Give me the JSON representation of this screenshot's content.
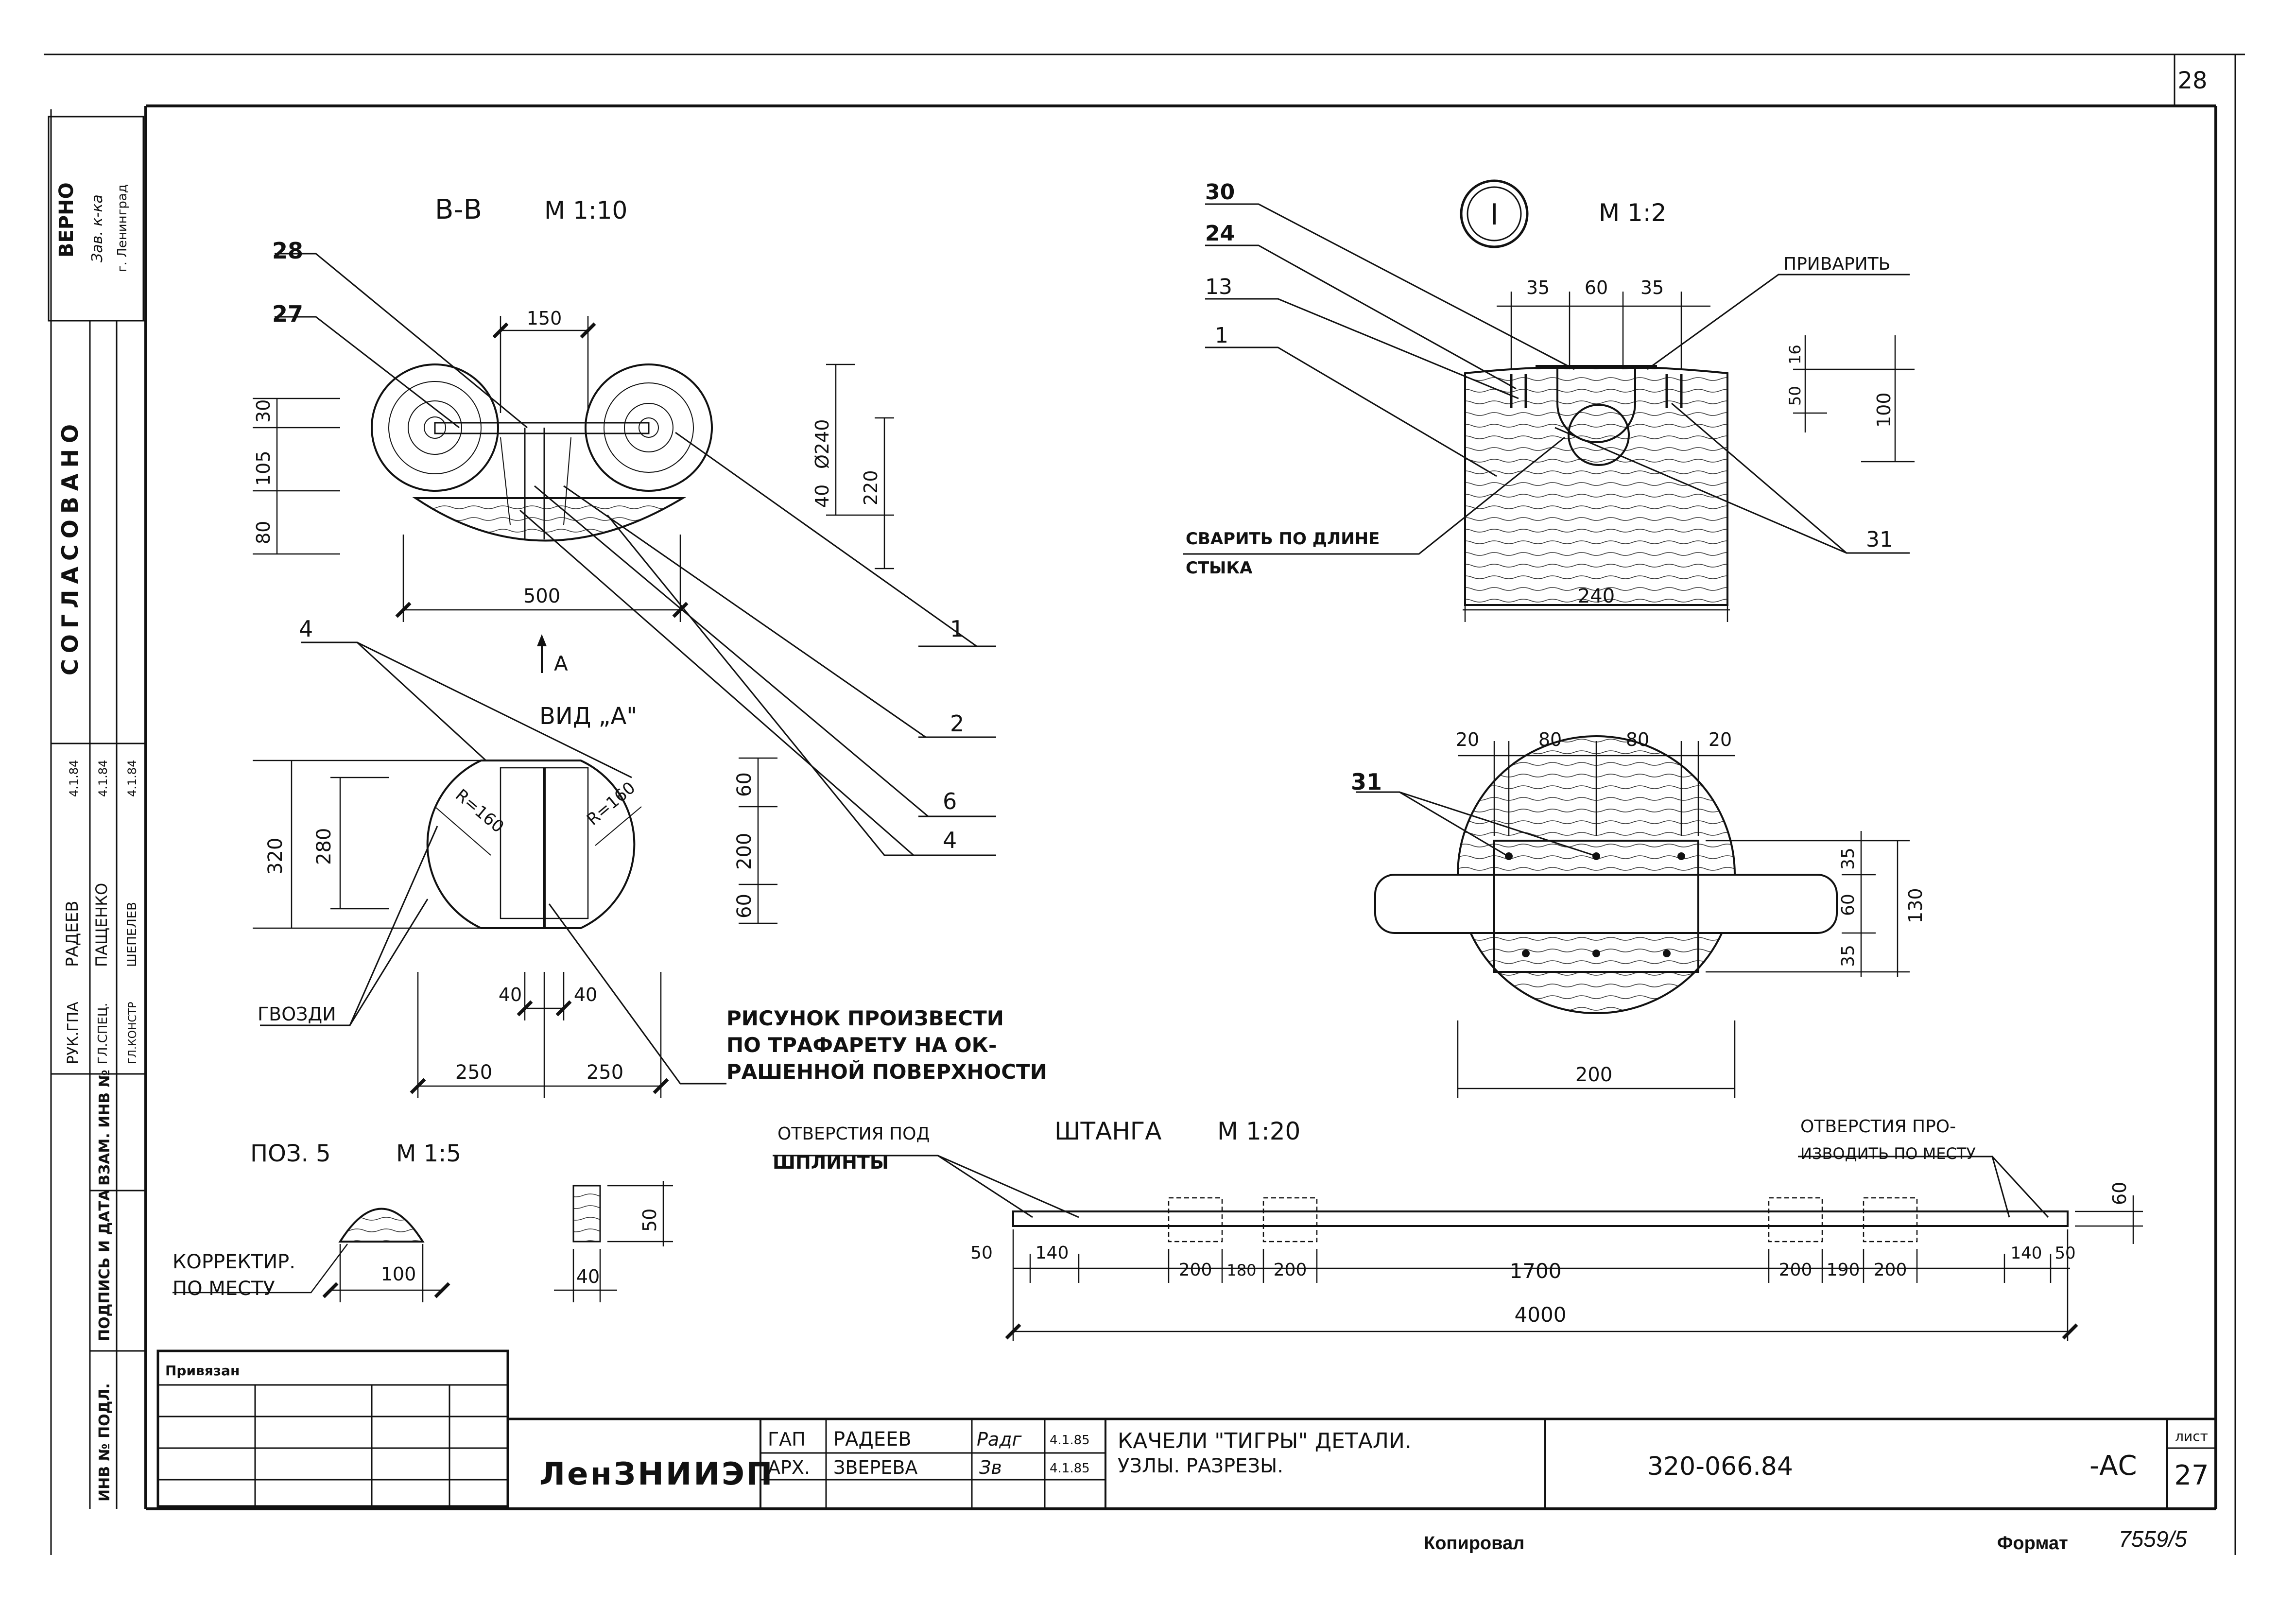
{
  "sheet": {
    "page_number": "28",
    "sheet_number": "27",
    "sheet_label": "лист",
    "doc_code": "320-066.84",
    "doc_suffix": "-АС",
    "org": "ЛенЗНИИЭП",
    "title_line1": "КАЧЕЛИ \"ТИГРЫ\" ДЕТАЛИ.",
    "title_line2": "УЗЛЫ. РАЗРЕЗЫ.",
    "bound_label": "Привязан",
    "copied_label": "Копировал",
    "format_label": "Формат",
    "format_value": "7559/5"
  },
  "stamp_rows": [
    {
      "role": "ГАП",
      "name": "РАДЕЕВ",
      "sign": "Радг",
      "date": "4.1.85"
    },
    {
      "role": "АРХ.",
      "name": "ЗВЕРЕВА",
      "sign": "Зв",
      "date": "4.1.85"
    }
  ],
  "left_margin": {
    "verno": "ВЕРНО",
    "verno_line2": "Зав. к-ка",
    "verno_line3": "г. Ленинград",
    "agreed": "СОГЛАСОВАНО",
    "approvals": [
      {
        "role": "РУК.ГПА",
        "name": "РАДЕЕВ",
        "date": "4.1.84"
      },
      {
        "role": "ГЛ.СПЕЦ.",
        "name": "ПАЩЕНКО",
        "date": "4.1.84"
      },
      {
        "role": "ГЛ.КОНСТР",
        "name": "ШЕПЕЛЕВ",
        "date": "4.1.84"
      }
    ],
    "inv_replace": "ВЗАМ. ИНВ №",
    "sign_date": "ПОДПИСЬ И ДАТА",
    "inv_orig": "ИНВ № ПОДЛ."
  },
  "section_bb": {
    "title": "В-В",
    "scale": "М 1:10",
    "dims": {
      "d150": "150",
      "d30": "30",
      "d105": "105",
      "d80": "80",
      "d40": "40",
      "d240": "Ø240",
      "d220": "220",
      "d500": "500"
    },
    "callouts": [
      "28",
      "27",
      "1",
      "2",
      "6",
      "4"
    ],
    "arrow_label": "А"
  },
  "view_a": {
    "title": "ВИД „А\"",
    "dims": {
      "d320": "320",
      "d280": "280",
      "r1": "R=160",
      "r2": "R=160",
      "d60a": "60",
      "d200": "200",
      "d60b": "60",
      "d40a": "40",
      "d40b": "40",
      "d250a": "250",
      "d250b": "250"
    },
    "callout": "4",
    "nails_label": "ГВОЗДИ",
    "note": [
      "РИСУНОК ПРОИЗВЕСТИ",
      "ПО ТРАФАРЕТУ НА ОК-",
      "РАШЕННОЙ ПОВЕРХНОСТИ"
    ]
  },
  "node_1": {
    "marker": "I",
    "scale": "М 1:2",
    "callouts": [
      "30",
      "24",
      "13",
      "1",
      "31"
    ],
    "weld_label": "ПРИВАРИТЬ",
    "weld_note": [
      "СВАРИТЬ ПО ДЛИНЕ",
      "СТЫКА"
    ],
    "dims": {
      "d35a": "35",
      "d60": "60",
      "d35b": "35",
      "d16": "16",
      "d50": "50",
      "d100": "100",
      "d240": "240"
    }
  },
  "plan_view": {
    "callout": "31",
    "dims": {
      "d20a": "20",
      "d80a": "80",
      "d80b": "80",
      "d20b": "20",
      "d35a": "35",
      "d60": "60",
      "d35b": "35",
      "d130": "130",
      "d200": "200"
    }
  },
  "pos5": {
    "title": "ПОЗ. 5",
    "scale": "М 1:5",
    "note": [
      "КОРРЕКТИР.",
      "ПО МЕСТУ"
    ],
    "dims": {
      "d100": "100",
      "d50": "50",
      "d40": "40"
    }
  },
  "shtanga": {
    "title": "ШТАНГА",
    "scale": "М 1:20",
    "note_left": [
      "ОТВЕРСТИЯ ПОД",
      "ШПЛИНТЫ"
    ],
    "note_right": [
      "ОТВЕРСТИЯ ПРО-",
      "ИЗВОДИТЬ ПО МЕСТУ"
    ],
    "dims": {
      "d50a": "50",
      "d140a": "140",
      "d200a": "200",
      "d180": "180",
      "d200b": "200",
      "d1700": "1700",
      "d200c": "200",
      "d190": "190",
      "d200d": "200",
      "d140b": "140",
      "d50b": "50",
      "d4000": "4000",
      "d60": "60"
    }
  }
}
